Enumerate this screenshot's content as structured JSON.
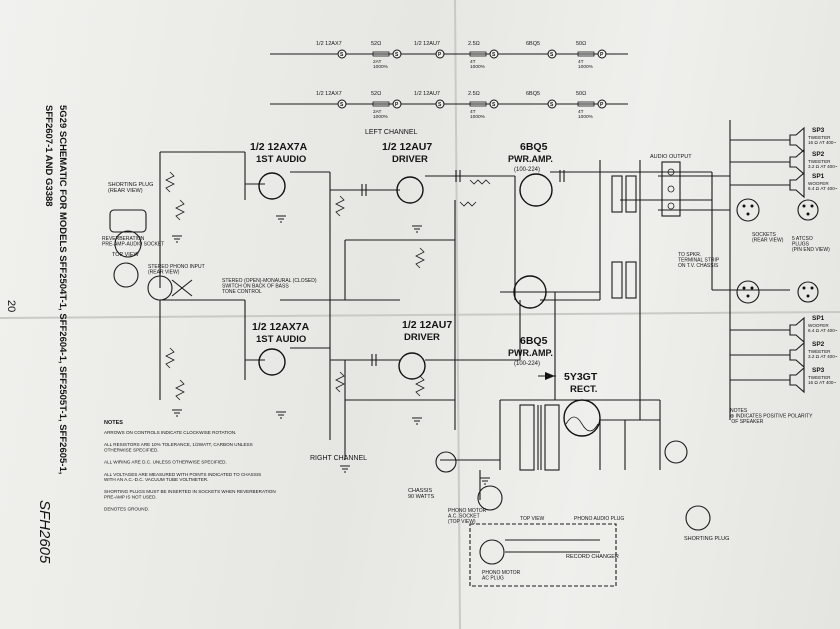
{
  "page_number": "20",
  "side_title_line1": "5G29 SCHEMATIC FOR MODELS SFF2504T-1, SFF2604-1, SFF2505T-1, SFF2605-1,",
  "side_title_line2": "SFF2607-1 AND G3388",
  "handwritten_note": "SFH2605",
  "heater_strings": [
    [
      {
        "label": "1/2 12AX7",
        "node": "S"
      },
      {
        "label": "52Ω\n2AT\n1000%",
        "node": "S"
      },
      {
        "label": "1/2 12AU7",
        "node": "P"
      },
      {
        "label": "2.5Ω\n4T\n1000%",
        "node": "S"
      },
      {
        "label": "6BQ5",
        "node": "S"
      },
      {
        "label": "50Ω\n4T\n1000%",
        "node": "P"
      }
    ],
    [
      {
        "label": "1/2 12AX7",
        "node": "S"
      },
      {
        "label": "52Ω\n2AT\n1000%",
        "node": "P"
      },
      {
        "label": "1/2 12AU7",
        "node": "S"
      },
      {
        "label": "2.5Ω\n4T\n1000%",
        "node": "S"
      },
      {
        "label": "6BQ5",
        "node": "S"
      },
      {
        "label": "50Ω\n4T\n1000%",
        "node": "P"
      }
    ]
  ],
  "left_channel_label": "LEFT CHANNEL",
  "right_channel_label": "RIGHT CHANNEL",
  "stages": {
    "left_audio": {
      "title": "1/2 12AX7A",
      "sub": "1ST AUDIO"
    },
    "left_driver": {
      "title": "1/2 12AU7",
      "sub": "DRIVER"
    },
    "left_power": {
      "title": "6BQ5",
      "sub": "PWR.AMP.",
      "part": "(100-224)"
    },
    "right_audio": {
      "title": "1/2 12AX7A",
      "sub": "1ST AUDIO"
    },
    "right_driver": {
      "title": "1/2 12AU7",
      "sub": "DRIVER"
    },
    "right_power": {
      "title": "6BQ5",
      "sub": "PWR.AMP.",
      "part": "(100-224)"
    },
    "rectifier": {
      "title": "5Y3GT",
      "sub": "RECT."
    }
  },
  "labels": {
    "shorting_plug_rear": "SHORTING PLUG\n(REAR VIEW)",
    "reverberation_plug": "REVERBERATION\nPRE-AMP-AUDIO SOCKET",
    "top_view": "TOP VIEW",
    "stereo_phono_input": "STEREO PHONO INPUT\n(REAR VIEW)",
    "stereo_switch": "STEREO (OPEN)-MONAURAL (CLOSED)\nSWITCH ON BACK OF BASS\nTONE CONTROL",
    "audio_output": "AUDIO OUTPUT",
    "to_spkr": "TO SPKR.\nTERMINAL STRIP\nON T.V. CHASSIS",
    "sockets_rear": "SOCKETS\n(REAR VIEW)",
    "plugs_pin_end": "5 ATCSO\nPLUGS\n(PIN END VIEW)",
    "chassis": "CHASSIS\n90 WATTS",
    "phono_motor_socket": "PHONO MOTOR\nA.C. SOCKET\n(TOP VIEW)",
    "phono_audio_plug": "PHONO AUDIO PLUG",
    "top_view_bottom": "TOP VIEW",
    "phono_motor_ac_plug": "PHONO MOTOR\nAC PLUG",
    "record_changer": "RECORD CHANGER",
    "shorting_plug_bottom": "SHORTING PLUG",
    "notes_right": "NOTES\n⊕ INDICATES POSITIVE POLARITY\n   OF SPEAKER"
  },
  "speakers": [
    {
      "name": "SP3",
      "desc": "TWEETER\n16 Ω AT 400~"
    },
    {
      "name": "SP2",
      "desc": "TWEETER\n3.2 Ω AT 400~"
    },
    {
      "name": "SP1",
      "desc": "WOOFER\n6.4 Ω AT 400~"
    },
    {
      "name": "SP1",
      "desc": "WOOFER\n6.4 Ω AT 400~"
    },
    {
      "name": "SP2",
      "desc": "TWEETER\n3.2 Ω AT 400~"
    },
    {
      "name": "SP3",
      "desc": "TWEETER\n16 Ω AT 400~"
    }
  ],
  "notes": {
    "heading": "NOTES",
    "items": [
      "ARROWS ON CONTROLS INDICATE CLOCKWISE ROTATION.",
      "ALL RESISTORS ARE 10% TOLERANCE, 1/2WATT, CARBON UNLESS OTHERWISE SPECIFIED.",
      "ALL WIRING ARE D.C. UNLESS OTHERWISE SPECIFIED.",
      "ALL VOLTAGES ARE MEASURED WITH POINTS INDICATED TO CHASSIS WITH AN A.C.-D.C. VACUUM TUBE VOLTMETER.",
      "SHORTING PLUGS MUST BE INSERTED IN SOCKETS WHEN REVERBERATION PRE-AMP IS NOT USED.",
      "DENOTES GROUND."
    ]
  }
}
